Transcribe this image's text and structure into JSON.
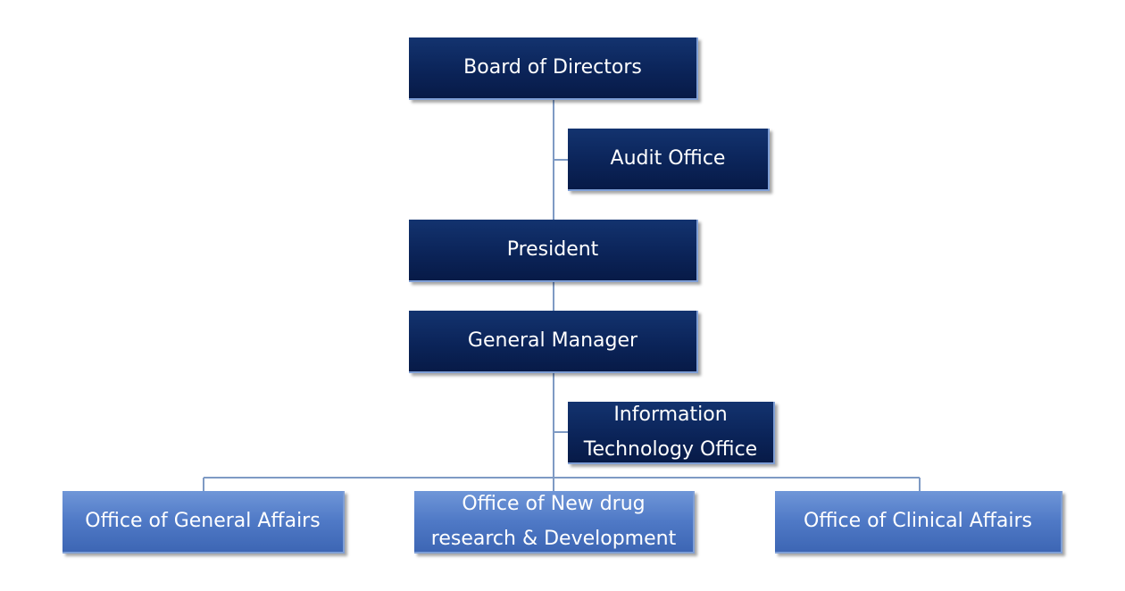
{
  "org_chart": {
    "board": "Board of Directors",
    "audit": "Audit Office",
    "president": "President",
    "general_manager": "General Manager",
    "it_office": "Information\nTechnology Office",
    "general_affairs": "Office of General Affairs",
    "new_drug_rd": "Office of New drug\nresearch & Development",
    "clinical_affairs": "Office of Clinical Affairs"
  },
  "colors": {
    "dark_box": "#0b2459",
    "light_box": "#4f79c6",
    "connector": "#7e9ac4"
  }
}
